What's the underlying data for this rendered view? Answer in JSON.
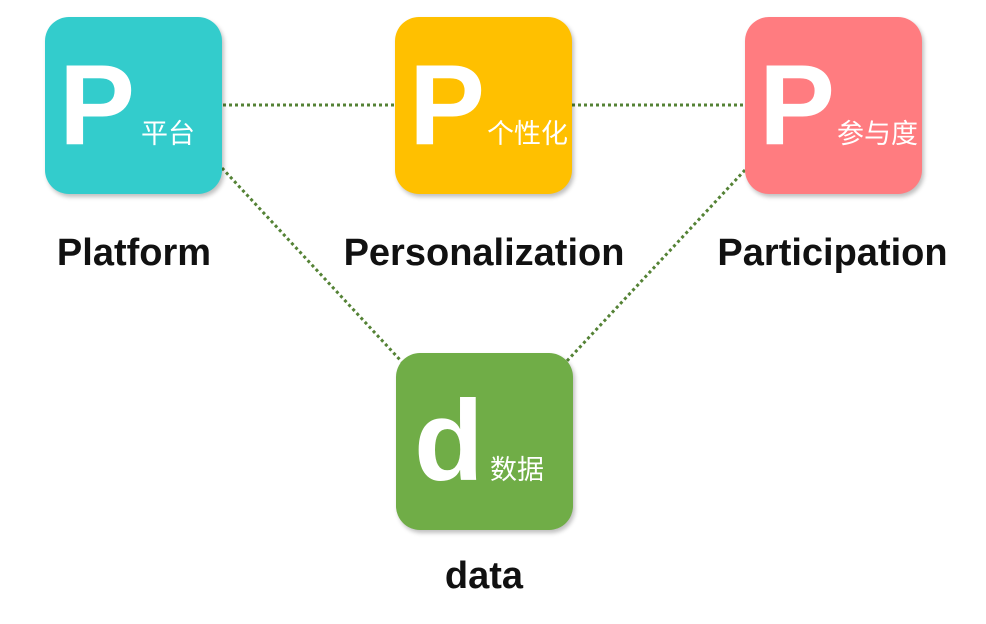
{
  "colors": {
    "platform": "#33CCCC",
    "personalization": "#FFC000",
    "participation": "#FF7C80",
    "data": "#70AD47",
    "connector": "#548235"
  },
  "nodes": {
    "platform": {
      "letter": "P",
      "sub": "平台",
      "label": "Platform"
    },
    "personalization": {
      "letter": "P",
      "sub": "个性化",
      "label": "Personalization"
    },
    "participation": {
      "letter": "P",
      "sub": "参与度",
      "label": "Participation"
    },
    "data": {
      "letter": "d",
      "sub": "数据",
      "label": "data"
    }
  }
}
